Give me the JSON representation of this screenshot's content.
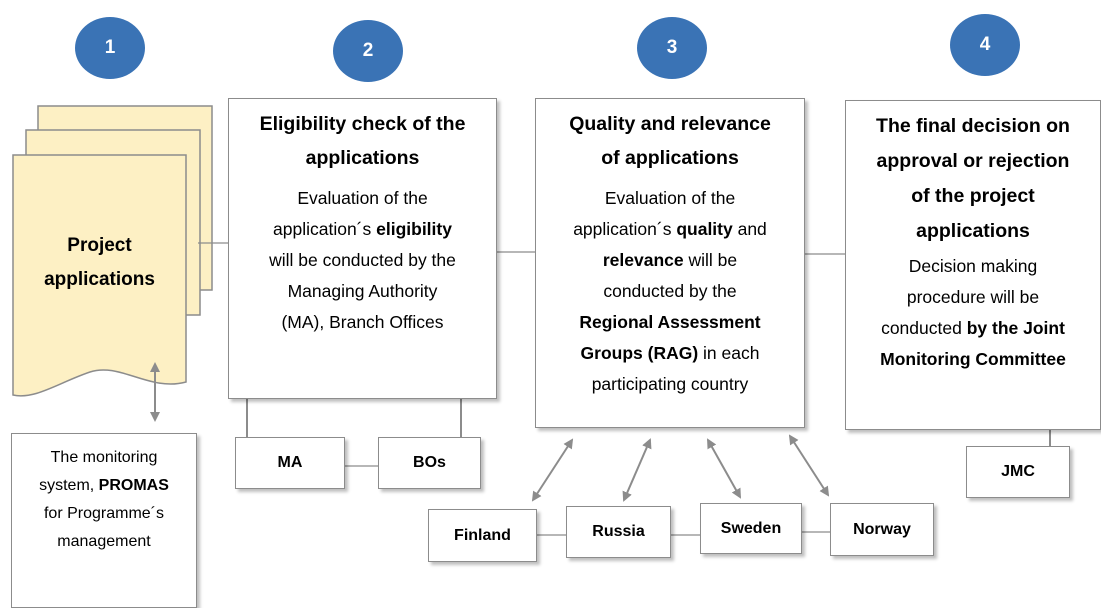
{
  "steps": [
    "1",
    "2",
    "3",
    "4"
  ],
  "project_applications": {
    "line1": "Project",
    "line2": "applications"
  },
  "monitoring": {
    "line1": "The monitoring",
    "line2_pre": "system, ",
    "line2_bold": "PROMAS",
    "line3": "for Programme´s",
    "line4": "management"
  },
  "stage2": {
    "title1": "Eligibility check of the",
    "title2": "applications",
    "l1": "Evaluation of the",
    "l2_pre": "application´s ",
    "l2_bold": "eligibility",
    "l3": "will be conducted by the",
    "l4": "Managing Authority",
    "l5": "(MA), Branch Offices"
  },
  "stage3": {
    "title1": "Quality and relevance",
    "title2": "of applications",
    "l1": "Evaluation of the",
    "l2_pre": "application´s ",
    "l2_bold": "quality",
    "l2_post": " and",
    "l3_bold": "relevance",
    "l3_post": " will be",
    "l4": "conducted by the",
    "l5_bold": "Regional Assessment",
    "l6_bold": "Groups (RAG)",
    "l6_post": " in each",
    "l7": "participating country"
  },
  "stage4": {
    "title1": "The final decision on",
    "title2": "approval or rejection",
    "title3": "of the project",
    "title4": "applications",
    "l1": "Decision making",
    "l2": "procedure will be",
    "l3_pre": "conducted ",
    "l3_bold": "by the Joint",
    "l4_bold": "Monitoring Committee"
  },
  "labels": {
    "ma": "MA",
    "bos": "BOs",
    "jmc": "JMC"
  },
  "countries": [
    "Finland",
    "Russia",
    "Sweden",
    "Norway"
  ],
  "colors": {
    "circle": "#3a73b5",
    "document": "#fdf0c4",
    "border": "#8c8c8c",
    "arrow": "#8c8c8c"
  }
}
